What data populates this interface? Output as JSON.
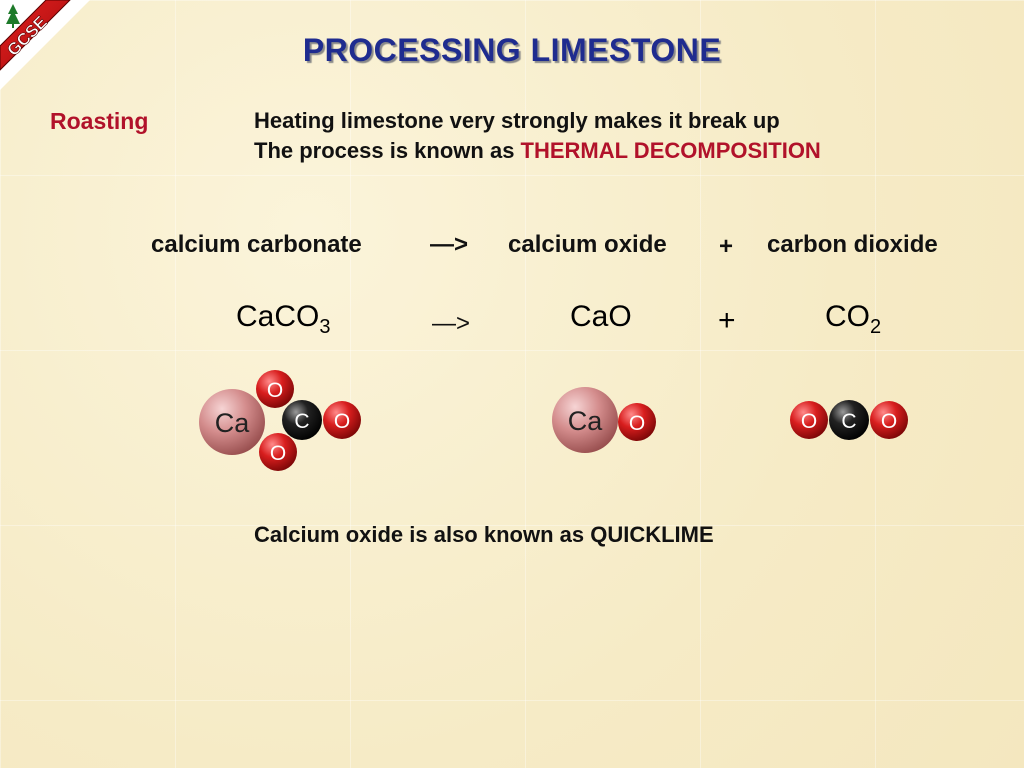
{
  "badge": {
    "text": "GCSE",
    "icon": "tree-icon"
  },
  "title": "PROCESSING LIMESTONE",
  "roasting": {
    "label": "Roasting",
    "line1": "Heating limestone very strongly makes it break up",
    "line2_prefix": "The process is known as ",
    "line2_highlight": "THERMAL DECOMPOSITION"
  },
  "word_equation": {
    "reactant": "calcium carbonate",
    "arrow": "—>",
    "product1": "calcium oxide",
    "plus": "+",
    "product2": "carbon dioxide"
  },
  "formula_equation": {
    "reactant_base": "CaCO",
    "reactant_sub": "3",
    "arrow": "—>",
    "product1": "CaO",
    "plus": "+",
    "product2_base": "CO",
    "product2_sub": "2"
  },
  "molecules": {
    "calcium_carbonate": [
      "Ca",
      "C",
      "O",
      "O",
      "O"
    ],
    "calcium_oxide": [
      "Ca",
      "O"
    ],
    "carbon_dioxide": [
      "O",
      "C",
      "O"
    ]
  },
  "colors": {
    "title": "#1f2c8f",
    "accent_red": "#b1122a",
    "oxygen": "#d11b1b",
    "carbon": "#111111",
    "calcium": "#c77a7a"
  },
  "footer": "Calcium oxide is also known as QUICKLIME"
}
